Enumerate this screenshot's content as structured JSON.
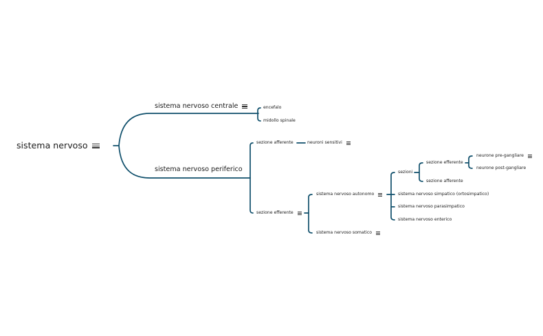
{
  "colors": {
    "branch": "#0f4f6b",
    "text": "#1a1a1a",
    "background": "#ffffff"
  },
  "nodes": {
    "root": {
      "label": "sistema nervoso",
      "icon": "notes-icon"
    },
    "centrale": {
      "label": "sistema nervoso centrale",
      "icon": "notes-icon"
    },
    "encefalo": {
      "label": "encefalo"
    },
    "midollo": {
      "label": "midollo spinale"
    },
    "periferico": {
      "label": "sistema nervoso periferico"
    },
    "afferente": {
      "label": "sezione afferente"
    },
    "neuroni_sensitivi": {
      "label": "neuroni sensitivi",
      "icon": "notes-icon"
    },
    "efferente": {
      "label": "sezione efferente",
      "icon": "notes-icon"
    },
    "autonomo": {
      "label": "sistema nervoso autonomo",
      "icon": "notes-icon"
    },
    "somatico": {
      "label": "sistema nervoso somatico",
      "icon": "notes-icon"
    },
    "sezioni": {
      "label": "sezioni"
    },
    "sez_efferente": {
      "label": "sezione efferente"
    },
    "sez_afferente": {
      "label": "sezione afferente"
    },
    "pre_gangliare": {
      "label": "neurone pre-gangliare",
      "icon": "notes-icon"
    },
    "post_gangliare": {
      "label": "neurone post-gangliare"
    },
    "simpatico": {
      "label": "sistema nervoso simpatico (ortosimpatico)"
    },
    "parasimpatico": {
      "label": "sistema nervoso parasimpatico"
    },
    "enterico": {
      "label": "sistema nervoso enterico"
    }
  }
}
